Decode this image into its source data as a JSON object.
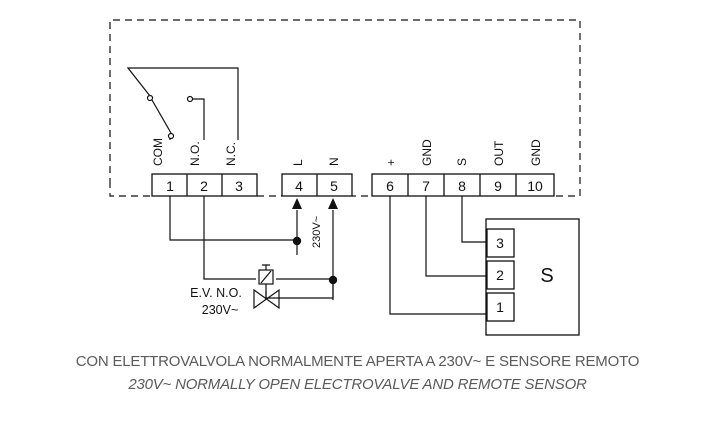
{
  "terminals": [
    {
      "number": "1",
      "label": "COM"
    },
    {
      "number": "2",
      "label": "N.O."
    },
    {
      "number": "3",
      "label": "N.C."
    },
    {
      "number": "4",
      "label": "L"
    },
    {
      "number": "5",
      "label": "N"
    },
    {
      "number": "6",
      "label": "+"
    },
    {
      "number": "7",
      "label": "GND"
    },
    {
      "number": "8",
      "label": "S"
    },
    {
      "number": "9",
      "label": "OUT"
    },
    {
      "number": "10",
      "label": "GND"
    }
  ],
  "supply_label": "230V~",
  "valve_label": [
    "E.V. N.O.",
    "230V~"
  ],
  "sensor": {
    "letter": "S",
    "pins": [
      "3",
      "2",
      "1"
    ]
  },
  "caption": {
    "line1": "CON ELETTROVALVOLA NORMALMENTE APERTA A 230V~ E SENSORE REMOTO",
    "line2": "230V~ NORMALLY OPEN ELECTROVALVE AND REMOTE SENSOR"
  }
}
